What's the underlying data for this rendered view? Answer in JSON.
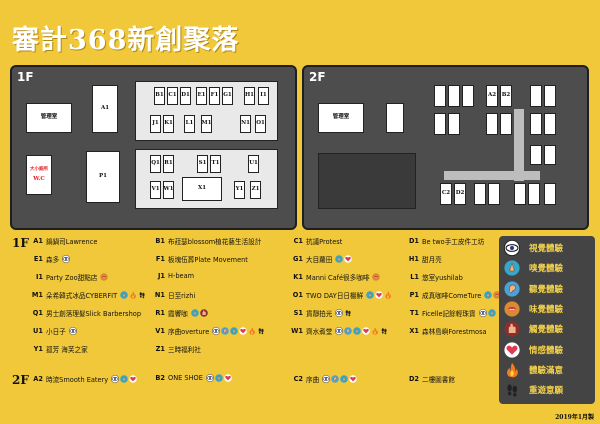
{
  "title": "審計368新創聚落",
  "floor_1f": {
    "label": "1F",
    "areas": {
      "office": "管理室",
      "A1": "A1",
      "B1": "B1",
      "C1": "C1",
      "D1": "D1",
      "E1": "E1",
      "F1": "F1",
      "G1": "G1",
      "H1": "H1",
      "I1": "I1",
      "J1": "J1",
      "K1": "K1",
      "L1": "L1",
      "M1": "M1",
      "N1": "N1",
      "O1": "O1",
      "toilet_label": "大小廁所",
      "wc": "W.C",
      "P1": "P1",
      "Q1": "Q1",
      "R1": "R1",
      "S1": "S1",
      "T1": "T1",
      "U1": "U1",
      "V1": "V1",
      "W1": "W1",
      "X1": "X1",
      "Y1": "Y1",
      "Z1": "Z1"
    }
  },
  "floor_2f": {
    "label": "2F",
    "areas": {
      "office": "管理室",
      "A2": "A2",
      "B2": "B2",
      "C2": "C2",
      "D2": "D2"
    }
  },
  "list_1f_label": "1F",
  "list_2f_label": "2F",
  "shops_1f": [
    {
      "code": "A1",
      "name": "鍋鍋司Lawrence",
      "icons": []
    },
    {
      "code": "B1",
      "name": "布菈瑟blossom植花藝生活設計",
      "icons": []
    },
    {
      "code": "C1",
      "name": "抗議Protest",
      "icons": []
    },
    {
      "code": "D1",
      "name": "Be two手工皮件工坊",
      "icons": []
    },
    {
      "code": "E1",
      "name": "森多",
      "icons": [
        "see"
      ]
    },
    {
      "code": "F1",
      "name": "板塊伍葬Plate Movement",
      "icons": []
    },
    {
      "code": "G1",
      "name": "大目蘿田",
      "icons": [
        "smell",
        "heart"
      ]
    },
    {
      "code": "H1",
      "name": "甜月亮",
      "icons": []
    },
    {
      "code": "I1",
      "name": "Party Zoo甜點店",
      "icons": [
        "taste"
      ]
    },
    {
      "code": "J1",
      "name": "H-beam",
      "icons": []
    },
    {
      "code": "K1",
      "name": "Manni Café很多咖啡",
      "icons": [
        "taste"
      ]
    },
    {
      "code": "L1",
      "name": "悠室yushilab",
      "icons": []
    },
    {
      "code": "M1",
      "name": "朵希韓式冰品CYBERFIT",
      "icons": [
        "smell",
        "fire",
        "foot"
      ]
    },
    {
      "code": "N1",
      "name": "日至rizhi",
      "icons": []
    },
    {
      "code": "O1",
      "name": "TWO DAY日日棚鮮",
      "icons": [
        "smell",
        "heart",
        "fire"
      ]
    },
    {
      "code": "P1",
      "name": "成真咖啡ComeTure",
      "icons": [
        "smell",
        "taste",
        "fire"
      ]
    },
    {
      "code": "Q1",
      "name": "男士創落理髮Slick Barbershop",
      "icons": []
    },
    {
      "code": "R1",
      "name": "霞響咖",
      "icons": [
        "smell",
        "touch"
      ]
    },
    {
      "code": "S1",
      "name": "貨靜拍光",
      "icons": [
        "see",
        "foot"
      ]
    },
    {
      "code": "T1",
      "name": "Ficelle記餘輕珠寶",
      "icons": [
        "see",
        "smell"
      ]
    },
    {
      "code": "U1",
      "name": "小日子",
      "icons": [
        "see"
      ]
    },
    {
      "code": "V1",
      "name": "序曲overture",
      "icons": [
        "see",
        "hear",
        "smell",
        "heart",
        "fire",
        "foot"
      ]
    },
    {
      "code": "W1",
      "name": "齊水煮堂",
      "icons": [
        "see",
        "hear",
        "smell",
        "heart",
        "fire",
        "foot"
      ]
    },
    {
      "code": "X1",
      "name": "森林島嶼Forestmosa",
      "icons": []
    },
    {
      "code": "Y1",
      "name": "孤芳 海芙之家",
      "icons": []
    },
    {
      "code": "Z1",
      "name": "三時福利社",
      "icons": []
    }
  ],
  "shops_2f": [
    {
      "code": "A2",
      "name": "時流Smooth Eatery",
      "icons": [
        "see",
        "smell",
        "heart"
      ]
    },
    {
      "code": "B2",
      "name": "ONE SHOE",
      "icons": [
        "see",
        "smell",
        "heart"
      ]
    },
    {
      "code": "C2",
      "name": "序曲",
      "icons": [
        "see",
        "hear",
        "smell",
        "heart"
      ]
    },
    {
      "code": "D2",
      "name": "二樓圖書館",
      "icons": []
    }
  ],
  "legend": [
    {
      "icon": "see",
      "label": "視覺體驗"
    },
    {
      "icon": "smell",
      "label": "嗅覺體驗"
    },
    {
      "icon": "hear",
      "label": "聽覺體驗"
    },
    {
      "icon": "taste",
      "label": "味覺體驗"
    },
    {
      "icon": "touch",
      "label": "觸覺體驗"
    },
    {
      "icon": "heart",
      "label": "情感體驗"
    },
    {
      "icon": "fire",
      "label": "體驗滿意"
    },
    {
      "icon": "foot",
      "label": "重遊意願"
    }
  ],
  "date": "2019年1月製",
  "colors": {
    "poster_bg": "#f0c83a",
    "floor_bg": "#4d4d4d",
    "legend_bg": "#444444",
    "legend_text": "#f3d24b",
    "see": "#2f3d8f",
    "smell": "#35a7c9",
    "hear": "#4aa3d6",
    "taste": "#d98a33",
    "touch": "#8a2e2e",
    "heart": "#e03a52",
    "fire": "#f07d1e",
    "foot": "#222222"
  }
}
